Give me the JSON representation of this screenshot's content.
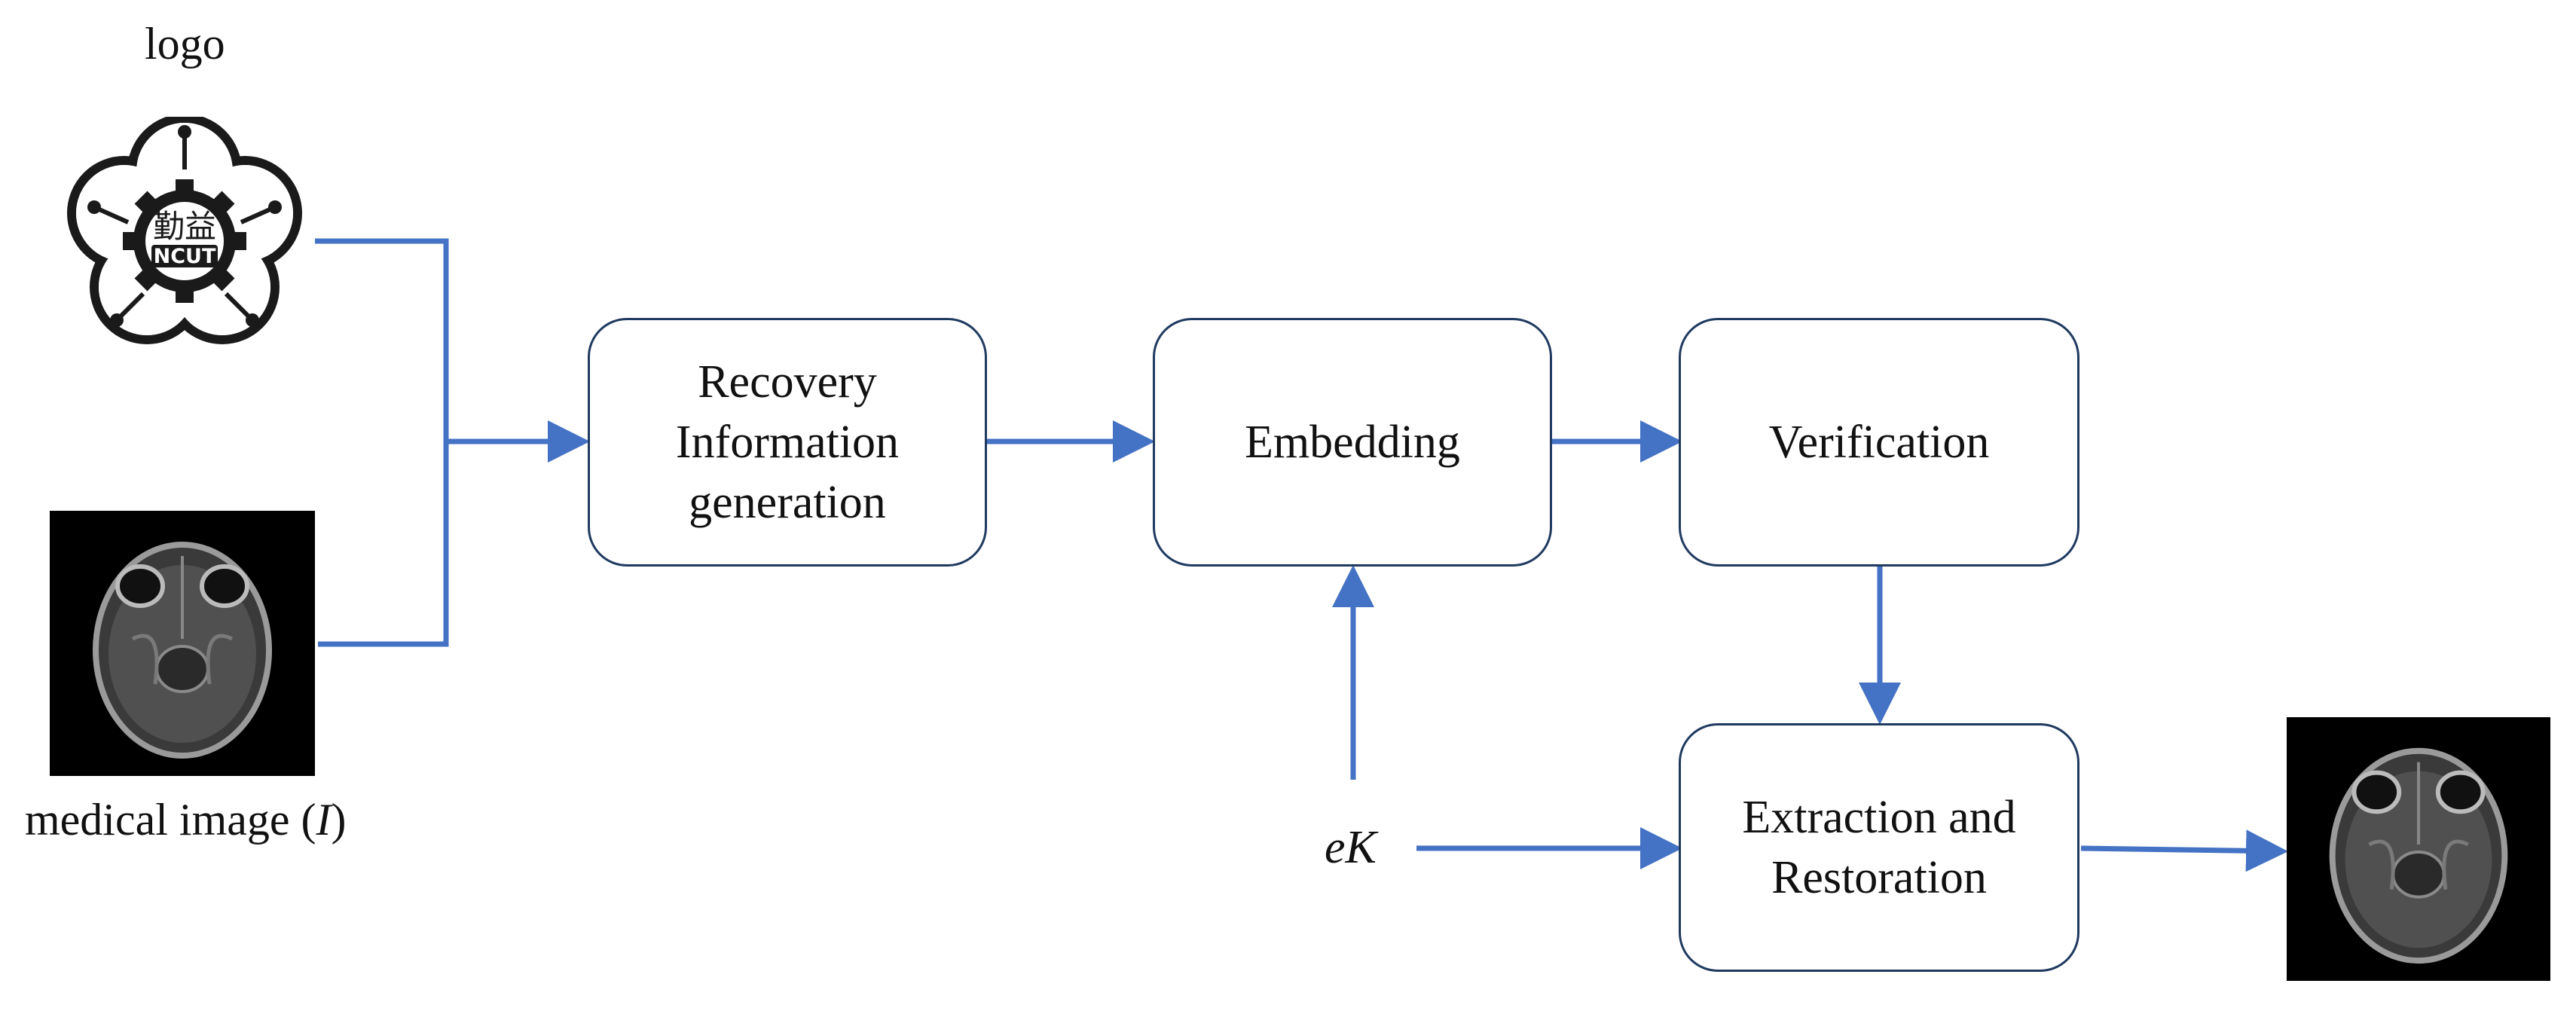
{
  "inputs": {
    "logo_label": "logo",
    "logo_text_top": "勤益",
    "logo_text_bottom": "NCUT",
    "medical_label_prefix": "medical image (",
    "medical_label_var": "I",
    "medical_label_suffix": ")"
  },
  "blocks": {
    "recovery": "Recovery\nInformation\ngeneration",
    "embedding": "Embedding",
    "verification": "Verification",
    "extraction": "Extraction and\nRestoration"
  },
  "key_label": "eK",
  "colors": {
    "arrow": "#4472C4",
    "box_border": "#1f3a5f",
    "image_bg": "#000000"
  },
  "icons": {
    "logo": "ncut-gear-flower-logo",
    "brain": "brain-mri-scan"
  }
}
